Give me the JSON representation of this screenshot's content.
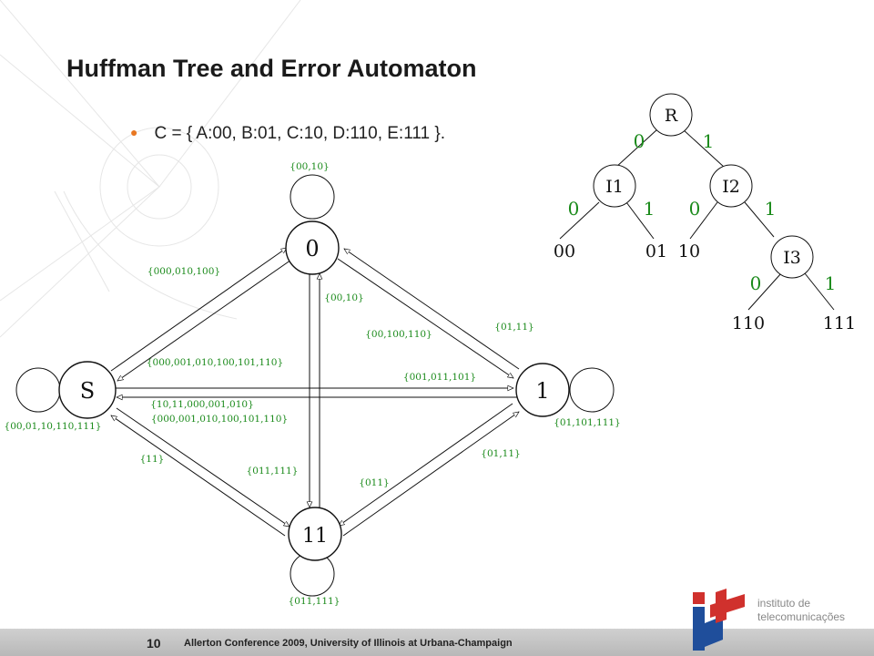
{
  "slide": {
    "title": "Huffman Tree and Error Automaton",
    "bullet": "C = { A:00, B:01, C:10, D:110, E:111 }.",
    "page_number": "10",
    "footer": "Allerton Conference 2009, University of Illinois at Urbana-Champaign"
  },
  "logo": {
    "mark": "it",
    "line1": "instituto de",
    "line2": "telecomunicações",
    "colors": {
      "red": "#d0312d",
      "blue": "#1f4e9b"
    }
  },
  "colors": {
    "label_green": "#1a8a1a",
    "bullet_orange": "#e87722"
  },
  "automaton": {
    "nodes": [
      {
        "id": "n0",
        "label": "0"
      },
      {
        "id": "nS",
        "label": "S"
      },
      {
        "id": "n1",
        "label": "1"
      },
      {
        "id": "n11",
        "label": "11"
      }
    ],
    "edge_labels": {
      "loop_0": "{00,10}",
      "e_S_0": "{000,010,100}",
      "e_11_0": "{00,10}",
      "e_1_0": "{01,11}",
      "e_0_1": "{00,100,110}",
      "e_0_S": "{000,001,010,100,101,110}",
      "e_S_1": "{001,011,101}",
      "e_1_S_a": "{10,11,000,001,010}",
      "e_1_S_b": "{000,001,010,100,101,110}",
      "loop_S": "{00,01,10,110,111}",
      "loop_1": "{01,101,111}",
      "e_11_S": "{11}",
      "e_0_11": "{011,111}",
      "e_1_11": "{011}",
      "e_11_1": "{01,11}",
      "loop_11": "{011,111}"
    }
  },
  "huffman_tree": {
    "nodes": [
      {
        "id": "R",
        "label": "R"
      },
      {
        "id": "I1",
        "label": "I1"
      },
      {
        "id": "I2",
        "label": "I2"
      },
      {
        "id": "I3",
        "label": "I3"
      }
    ],
    "bits": [
      "0",
      "1",
      "0",
      "1",
      "0",
      "1",
      "0",
      "1"
    ],
    "leaves": [
      "00",
      "01",
      "10",
      "110",
      "111"
    ]
  }
}
